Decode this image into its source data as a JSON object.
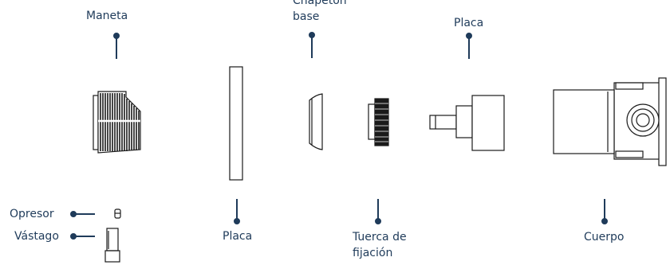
{
  "labels": {
    "maneta": "Maneta",
    "chapeton_line1": "Chapetón",
    "chapeton_line2": "base",
    "placa_top": "Placa",
    "opresor": "Opresor",
    "vastago": "Vástago",
    "placa_bottom": "Placa",
    "tuerca_line1": "Tuerca de",
    "tuerca_line2": "fijación",
    "cuerpo": "Cuerpo"
  },
  "colors": {
    "label_text": "#1f3b5a",
    "leader": "#1f3b5a",
    "outline": "#1a1a1a"
  }
}
